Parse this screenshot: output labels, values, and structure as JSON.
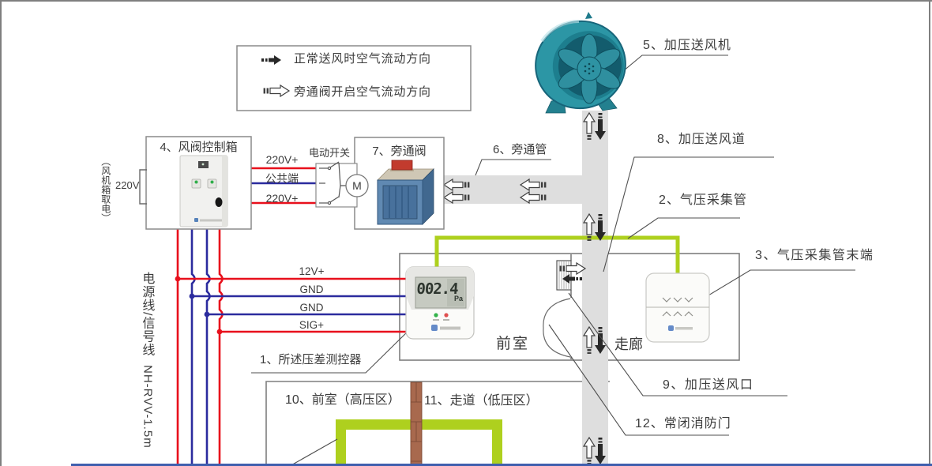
{
  "legend": {
    "normal_flow": "正常送风时空气流动方向",
    "bypass_flow": "旁通阀开启空气流动方向"
  },
  "parts": {
    "p1": "1、所述压差测控器",
    "p2": "2、气压采集管",
    "p3": "3、气压采集管末端",
    "p4": "4、风阀控制箱",
    "p5": "5、加压送风机",
    "p6": "6、旁通管",
    "p7": "7、旁通阀",
    "p8": "8、加压送风道",
    "p9": "9、加压送风口",
    "p10": "10、前室（高压区）",
    "p11": "11、走道（低压区）",
    "p12": "12、常闭消防门"
  },
  "rooms": {
    "front_room": "前室",
    "corridor": "走廊"
  },
  "controller_display": {
    "value": "002.4",
    "unit": "Pa"
  },
  "wiring": {
    "source_note": "（风机箱取电）",
    "source_voltage": "220V",
    "motor_switch_label": "电动开关",
    "motor_symbol": "M",
    "valve_wires": [
      "220V+",
      "公共端",
      "220V+"
    ],
    "signal_wires": [
      "12V+",
      "GND",
      "GND",
      "SIG+"
    ],
    "cable_type_label": "电源线/信号线",
    "cable_spec": "NH-RVV-1.5m"
  },
  "colors": {
    "wire_red": "#e8101c",
    "wire_blue": "#2b2b9e",
    "pipe_green": "#aed01e",
    "duct_gray": "#dedede",
    "wall_brown": "#a8694e",
    "fan_teal": "#2a93a3",
    "footer_blue": "#3f5fae"
  }
}
